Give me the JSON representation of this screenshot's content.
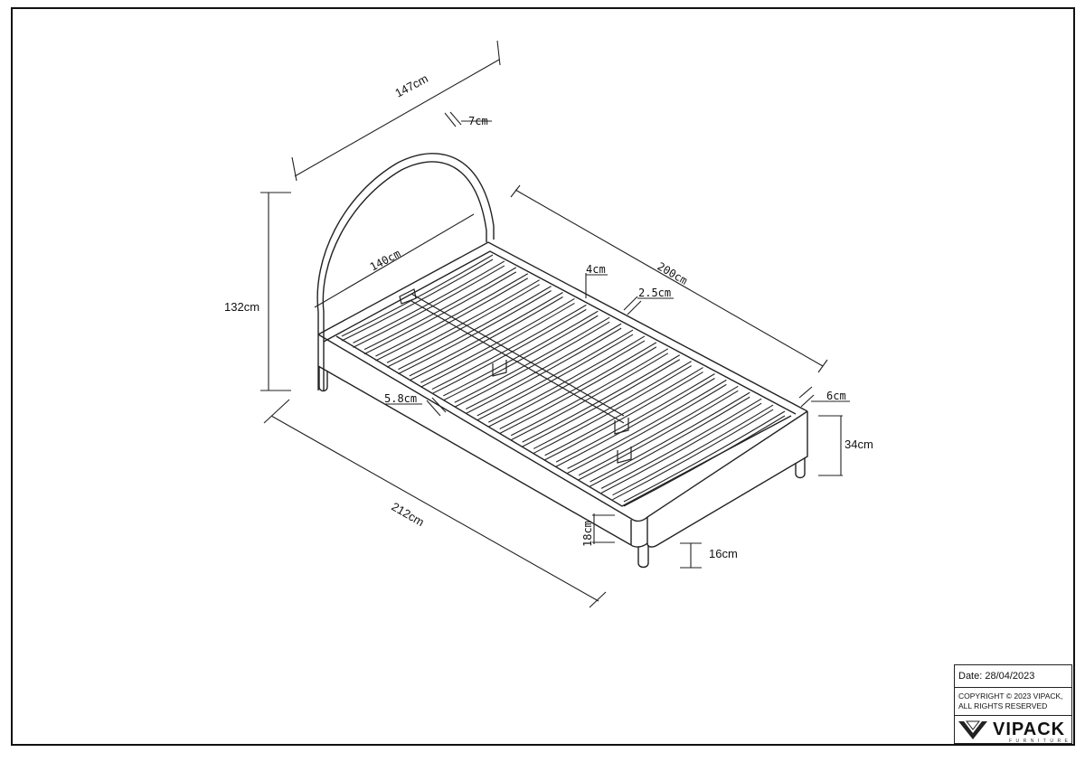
{
  "dimensions": {
    "overall_width": "147cm",
    "headboard_thickness": "7cm",
    "overall_height": "132cm",
    "inner_width": "140cm",
    "slat_width": "4cm",
    "inner_length": "200cm",
    "slat_gap": "2.5cm",
    "frame_thickness": "6cm",
    "side_height": "34cm",
    "slat_spacing": "5.8cm",
    "overall_length": "212cm",
    "rail_height": "18cm",
    "leg_height": "16cm"
  },
  "title_block": {
    "date": "Date: 28/04/2023",
    "copyright_line1": "COPYRIGHT  © 2023 VIPACK,",
    "copyright_line2": "ALL RIGHTS RESERVED",
    "brand": "VIPACK",
    "brand_sub": "FURNITURE"
  },
  "colors": {
    "ink": "#111111",
    "background": "#ffffff"
  }
}
